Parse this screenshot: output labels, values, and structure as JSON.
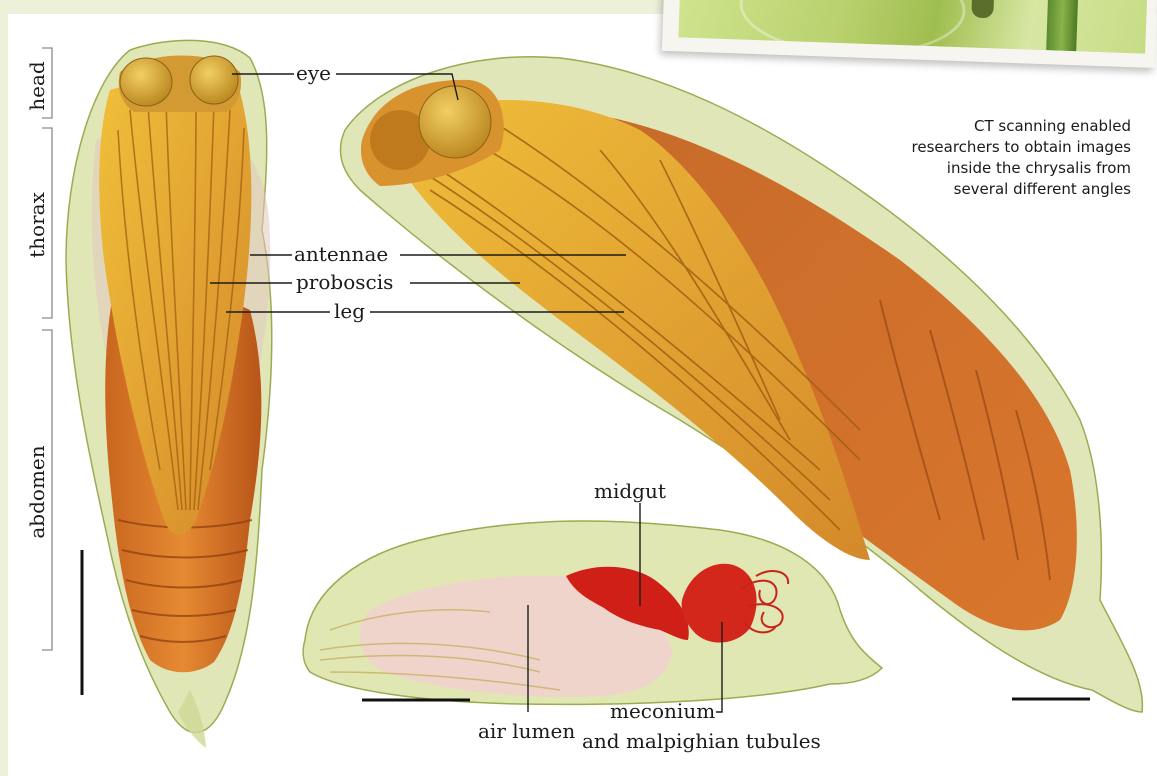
{
  "caption": "CT scanning enabled researchers to obtain images inside the chrysalis from several different angles",
  "regions": [
    "head",
    "thorax",
    "abdomen"
  ],
  "labels": {
    "eye": "eye",
    "antennae": "antennae",
    "proboscis": "proboscis",
    "leg": "leg",
    "midgut": "midgut",
    "air_lumen": "air lumen",
    "meconium_1": "meconium",
    "meconium_2": "and malpighian tubules"
  },
  "colors": {
    "background": "#edf1da",
    "shell": "#d4dc98",
    "tissue": "#e3a04a",
    "abdomen": "#d56a24",
    "eye": "#d9a42a",
    "midgut": "#cf1f17",
    "air_lumen": "#efd2c9"
  }
}
